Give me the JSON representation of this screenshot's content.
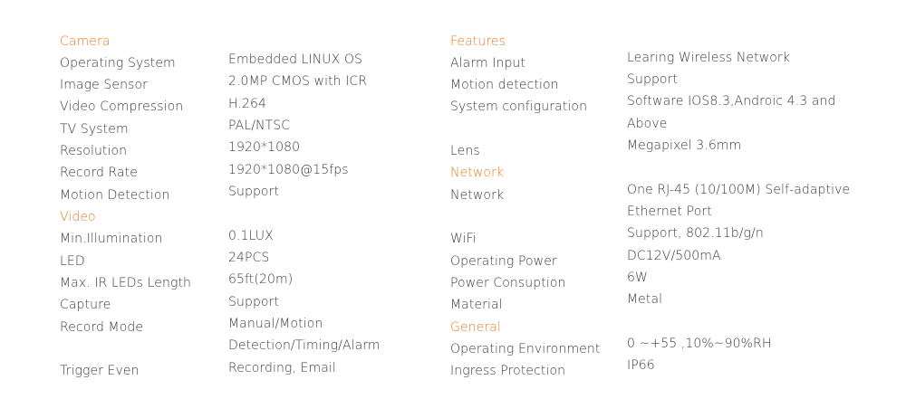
{
  "sections": {
    "camera": "Camera",
    "video": "Video",
    "features": "Features",
    "network": "Network",
    "general": "General"
  },
  "left": {
    "labels": [
      "Operating System",
      "Image Sensor",
      "Video Compression",
      "TV System",
      "Resolution",
      "Record Rate",
      "Motion Detection",
      "Min.Illumination",
      "LED",
      "Max. IR LEDs Length",
      "Capture",
      "Record Mode",
      "Trigger Even"
    ],
    "values": [
      "Embedded LINUX OS",
      "2.0MP CMOS with ICR",
      "H.264",
      "PAL/NTSC",
      "1920*1080",
      "1920*1080@15fps",
      "Support",
      "0.1LUX",
      "24PCS",
      "65ft(20m)",
      "Support",
      "Manual/Motion",
      "Detection/Timing/Alarm",
      "Recording, Email"
    ]
  },
  "right": {
    "labels": [
      "Alarm Input",
      "Motion detection",
      "System configuration",
      "Lens",
      "Network",
      "WiFi",
      "Operating Power",
      "Power Consuption",
      "Material",
      "Operating Environment",
      "Ingress Protection"
    ],
    "values": [
      "Learing Wireless Network",
      "Support",
      "Software IOS8.3,Androic 4.3 and",
      "Above",
      "Megapixel 3.6mm",
      "One RJ-45 (10/100M) Self-adaptive",
      "Ethernet Port",
      "Support, 802.11b/g/n",
      "DC12V/500mA",
      "6W",
      "Metal",
      "0 ~+55 ,10%~90%RH",
      "IP66"
    ]
  }
}
